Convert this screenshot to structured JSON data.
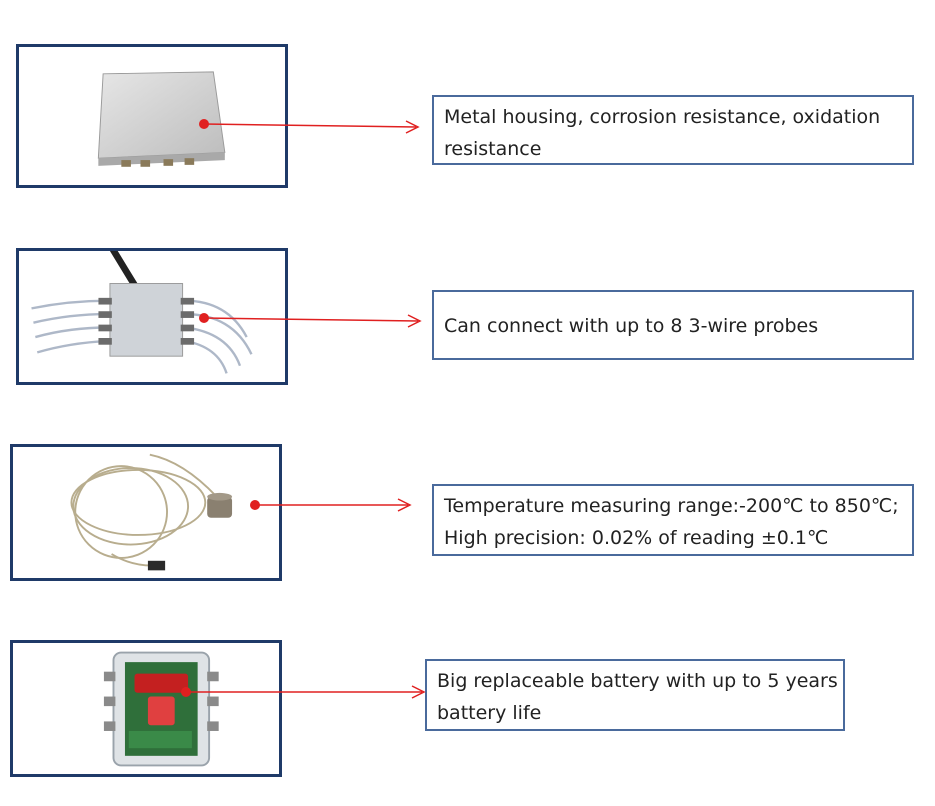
{
  "features": [
    {
      "image_icon": "metal-housing-photo",
      "lines": [
        "Metal housing, corrosion resistance, oxidation",
        "resistance"
      ]
    },
    {
      "image_icon": "wireless-box-with-probes-photo",
      "lines": [
        "Can connect with up to 8 3-wire probes"
      ]
    },
    {
      "image_icon": "temperature-probe-cable-photo",
      "lines": [
        "Temperature measuring range:-200℃ to 850℃;",
        "High precision: 0.02% of reading ±0.1℃"
      ]
    },
    {
      "image_icon": "battery-enclosure-photo",
      "lines": [
        "Big replaceable battery with up to 5 years",
        "battery life"
      ]
    }
  ],
  "colors": {
    "frame_border": "#1f3a68",
    "box_border": "#4a6a9c",
    "arrow": "#e02020",
    "dot": "#e02020"
  }
}
